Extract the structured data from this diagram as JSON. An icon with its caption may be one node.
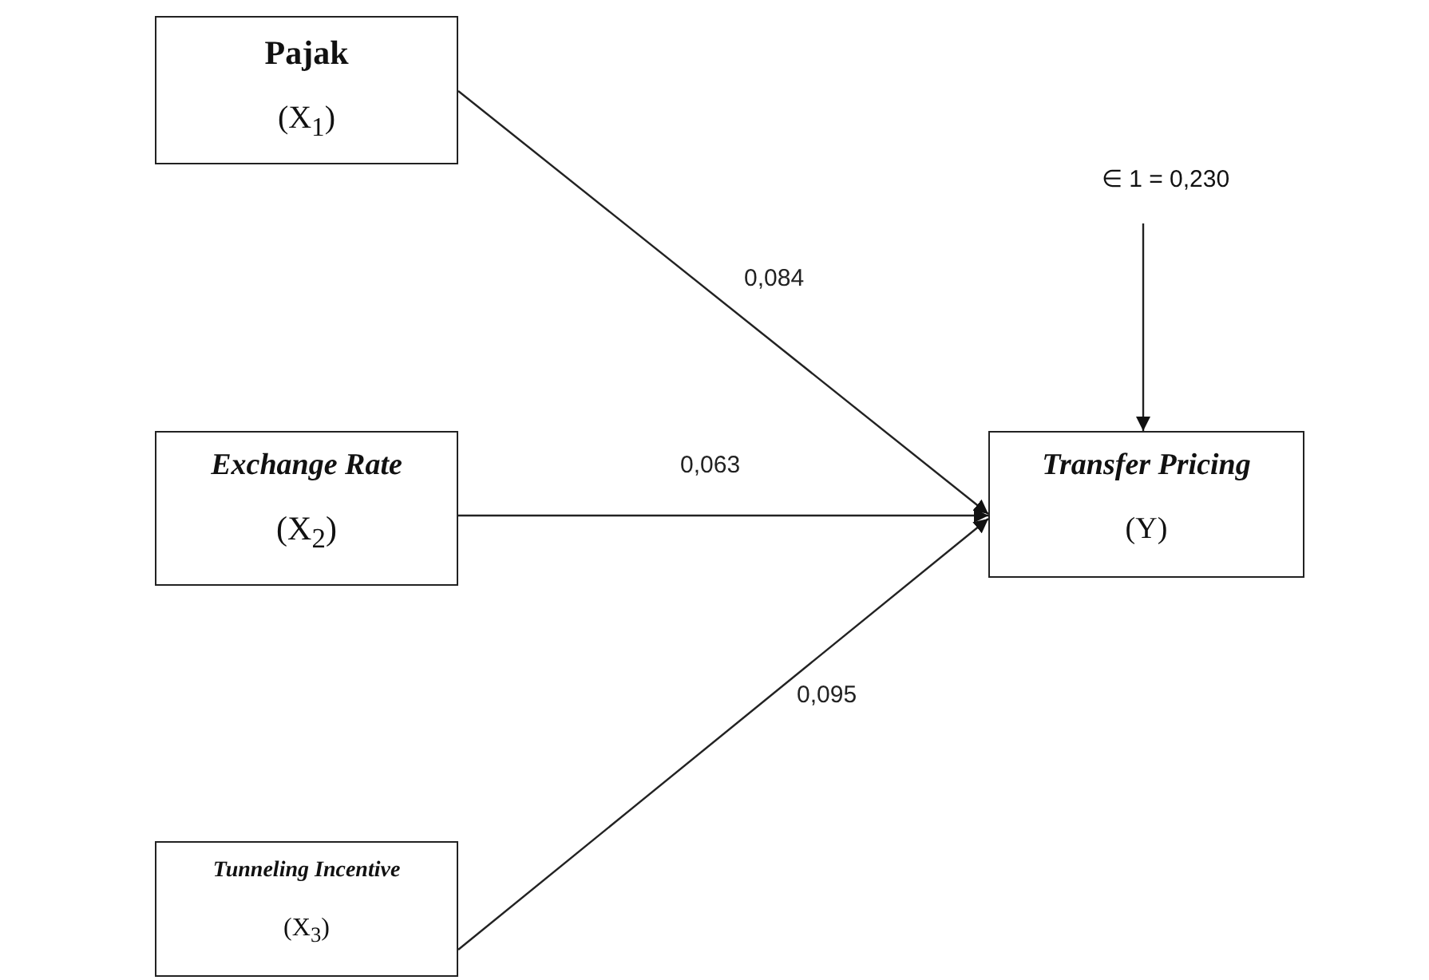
{
  "diagram": {
    "nodes": [
      {
        "text": [
          "Pajak",
          "(X$_{1}$)"
        ]
      },
      {
        "text": [
          "Exchange Rate",
          "(X$_{2}$)"
        ]
      },
      {
        "text": [
          "Tunneling Incentive",
          "(X$_{3}$)"
        ]
      },
      {
        "text": [
          "Transfer Pricing",
          "(Y)"
        ]
      },
      {
        "text": [
          "∈ 1 = 0,230"
        ]
      }
    ],
    "edges": [
      {
        "from": 0,
        "to": 3,
        "arrow": "to",
        "label": "0,084"
      },
      {
        "from": 1,
        "to": 3,
        "arrow": "to",
        "label": "0,063"
      },
      {
        "from": 2,
        "to": 3,
        "arrow": "to",
        "label": "0,095"
      },
      {
        "from": 4,
        "to": 3,
        "arrow": "to"
      }
    ]
  }
}
